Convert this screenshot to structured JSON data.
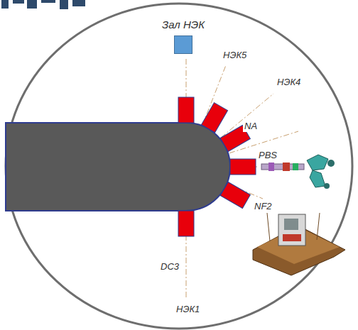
{
  "diagram": {
    "nodes": [
      {
        "text": [
          "Зал НЭК"
        ]
      }
    ],
    "labels": [
      "НЭК5",
      "НЭК4",
      "NA",
      "PBS",
      "NF2",
      "DC3",
      "НЭК1"
    ]
  }
}
